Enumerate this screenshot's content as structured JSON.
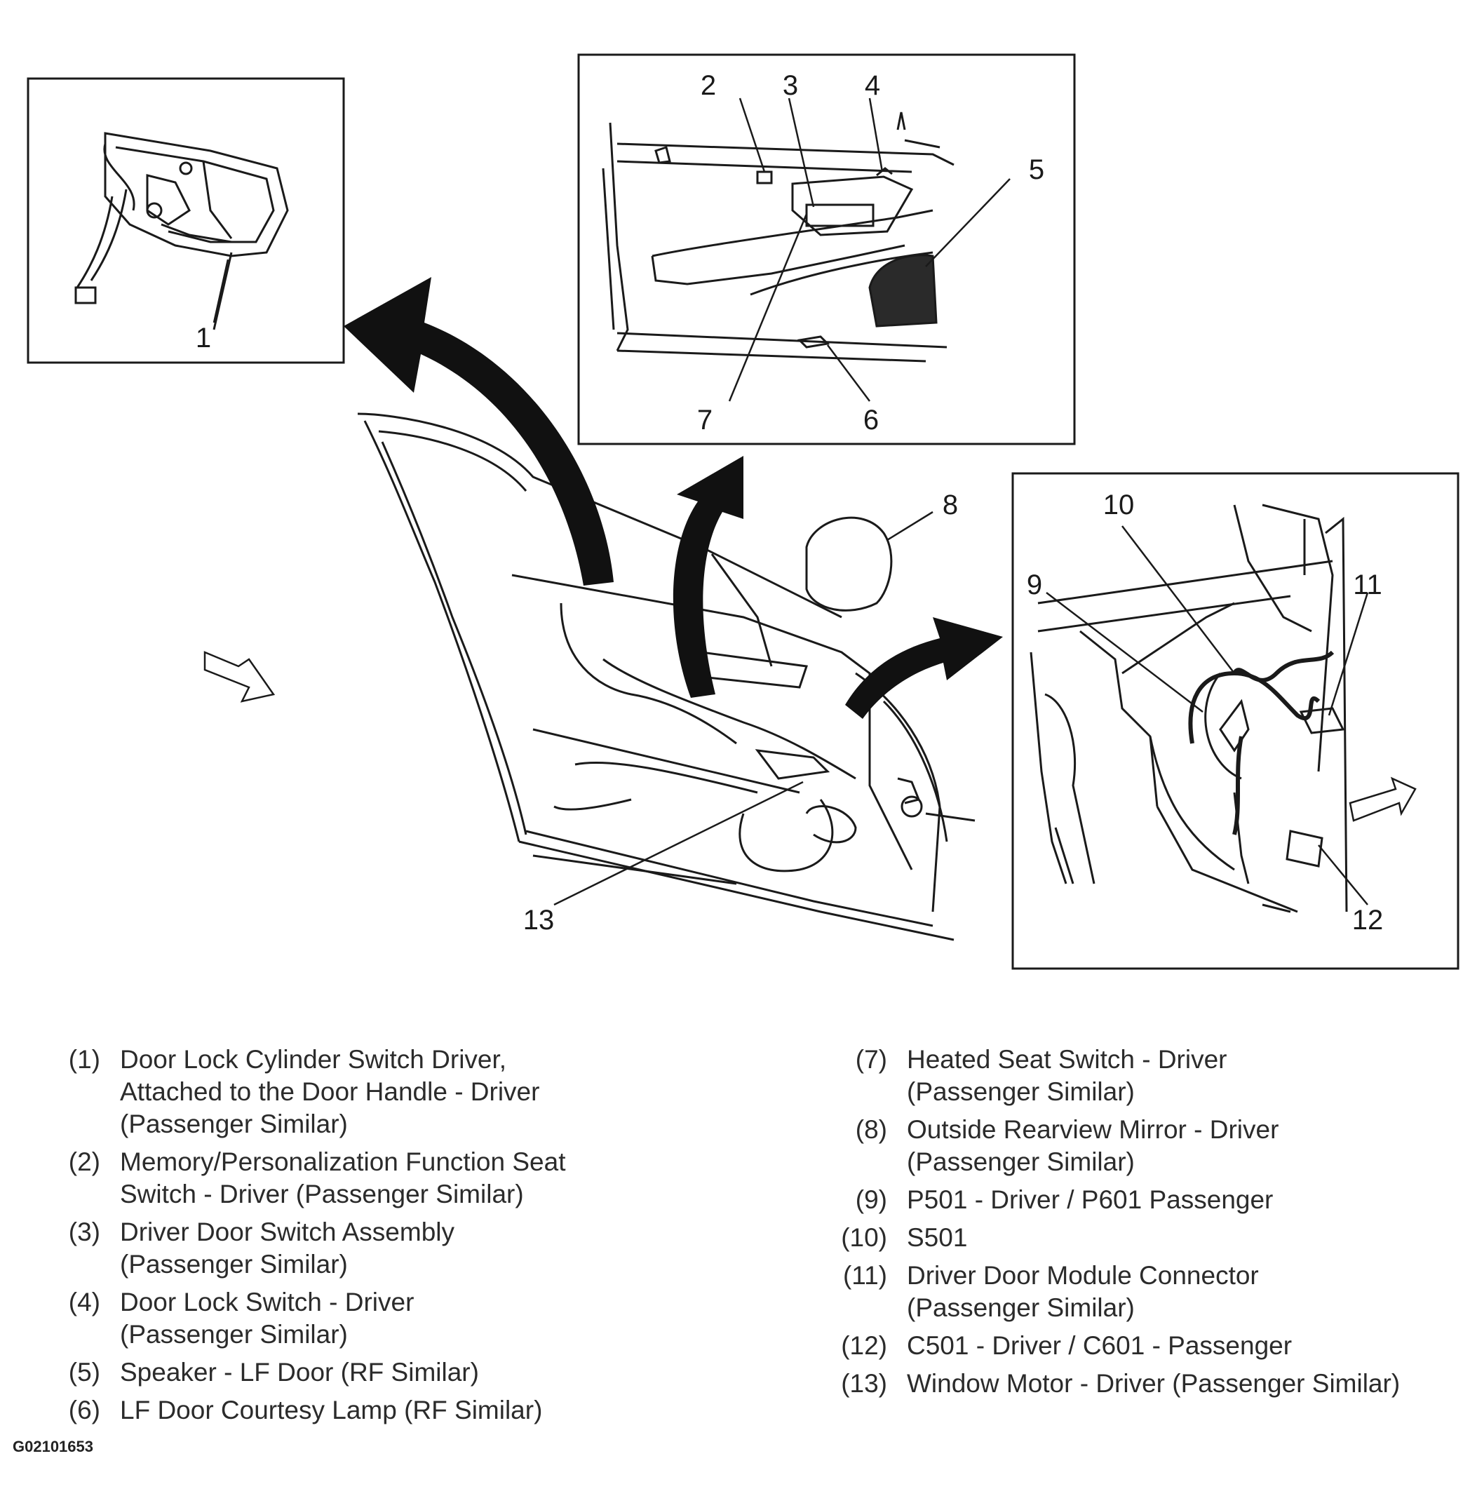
{
  "callouts": [
    "1",
    "2",
    "3",
    "4",
    "5",
    "6",
    "7",
    "8",
    "9",
    "10",
    "11",
    "12",
    "13"
  ],
  "legend": {
    "left": [
      {
        "num": "(1)",
        "text": "Door Lock Cylinder Switch Driver,\nAttached to the Door Handle - Driver\n(Passenger Similar)"
      },
      {
        "num": "(2)",
        "text": "Memory/Personalization Function Seat\nSwitch - Driver (Passenger Similar)"
      },
      {
        "num": "(3)",
        "text": "Driver Door Switch Assembly\n(Passenger Similar)"
      },
      {
        "num": "(4)",
        "text": "Door Lock Switch - Driver\n(Passenger Similar)"
      },
      {
        "num": "(5)",
        "text": "Speaker - LF Door (RF Similar)"
      },
      {
        "num": "(6)",
        "text": "LF Door Courtesy Lamp (RF Similar)"
      }
    ],
    "right": [
      {
        "num": "(7)",
        "text": "Heated Seat Switch - Driver\n(Passenger Similar)"
      },
      {
        "num": "(8)",
        "text": "Outside Rearview Mirror - Driver\n(Passenger Similar)"
      },
      {
        "num": "(9)",
        "text": "P501 - Driver / P601 Passenger"
      },
      {
        "num": "(10)",
        "text": "S501"
      },
      {
        "num": "(11)",
        "text": "Driver Door Module Connector\n(Passenger Similar)"
      },
      {
        "num": "(12)",
        "text": "C501 - Driver / C601 - Passenger"
      },
      {
        "num": "(13)",
        "text": "Window Motor - Driver (Passenger Similar)"
      }
    ]
  },
  "figure_id": "G02101653",
  "colors": {
    "line": "#1a1a1a",
    "speaker": "#2a2a2a",
    "arrow": "#111111"
  }
}
